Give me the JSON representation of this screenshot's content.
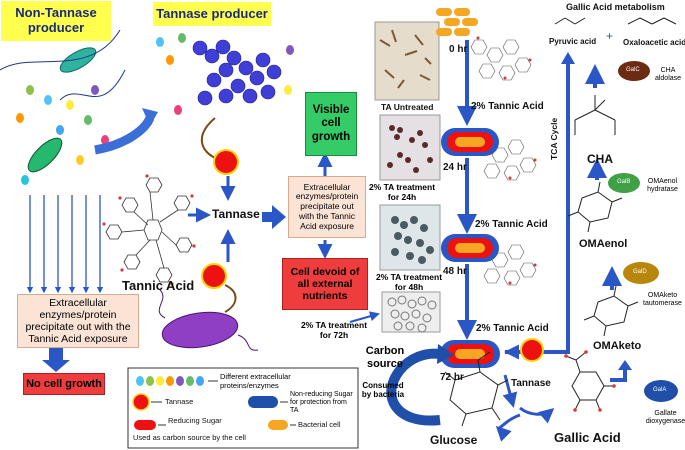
{
  "labels": {
    "non_tannase_producer": "Non-Tannase producer",
    "tannase_producer": "Tannase producer",
    "tannic_acid": "Tannic Acid",
    "tannase_center": "Tannase",
    "extracellular_left": "Extracellular enzymes/protein precipitate out with the Tannic Acid exposure",
    "no_cell_growth": "No cell growth",
    "visible_cell_growth": "Visible cell growth",
    "extracellular_center": "Extracellular enzymes/protein precipitate out with the Tannic Acid exposure",
    "cell_devoid": "Cell devoid of all external nutrients",
    "ta_untreated": "TA Untreated",
    "ta_24h": "2% TA treatment for 24h",
    "ta_48h": "2% TA treatment for 48h",
    "ta_72h": "2% TA treatment for 72h",
    "hr_0": "0 hr",
    "hr_24": "24 hr",
    "hr_48": "48 hr",
    "hr_72": "72 hr",
    "tannic_2pct_a": "2% Tannic Acid",
    "tannic_2pct_b": "2% Tannic Acid",
    "tannic_2pct_c": "2% Tannic Acid",
    "carbon_source": "Carbon source",
    "consumed_by_bacteria": "Consumed by bacteria",
    "glucose": "Glucose",
    "tannase_right": "Tannase",
    "gallic_acid": "Gallic Acid",
    "tca_cycle": "TCA Cycle",
    "metabolism_title": "Gallic Acid metabolism",
    "pyruvic_acid": "Pyruvic acid",
    "oxaloacetic_acid": "Oxaloacetic acid",
    "plus": "+",
    "cha": "CHA",
    "cha_aldolase": "CHA aldolase",
    "omaenol": "OMAenol",
    "omaenol_hydratase": "OMAenol hydratase",
    "omaketo": "OMAketo",
    "omaketo_tautomerase": "OMAketo tautomerase",
    "gallate_dioxygenase": "Gallate dioxygenase",
    "enzyme_galc": "GalC",
    "enzyme_galb": "GalB",
    "enzyme_gald": "GalD",
    "enzyme_gala": "GalA"
  },
  "legend": {
    "proteins": "Different extracellular proteins/enzymes",
    "tannase": "Tannase",
    "non_reducing": "Non-reducing Sugar for protection from TA",
    "reducing_line1": "Reducing Sugar",
    "reducing_line2": "Used as carbon source by the cell",
    "bacterial_cell": "Bacterial cell"
  },
  "colors": {
    "yellow_box": "#ffff4d",
    "peach_box": "#fbe3d6",
    "red_box": "#ef3c3c",
    "green_box": "#33cc66",
    "arrow_blue": "#2a56c6",
    "tannase_red": "#ee1111",
    "bacterial_orange": "#f5a623",
    "enzyme_brown": "#6b2a12",
    "enzyme_green": "#3fa045",
    "enzyme_olive": "#b8860b",
    "enzyme_blue": "#1f4fa8",
    "tannase_purple": "#8e3fc4"
  }
}
